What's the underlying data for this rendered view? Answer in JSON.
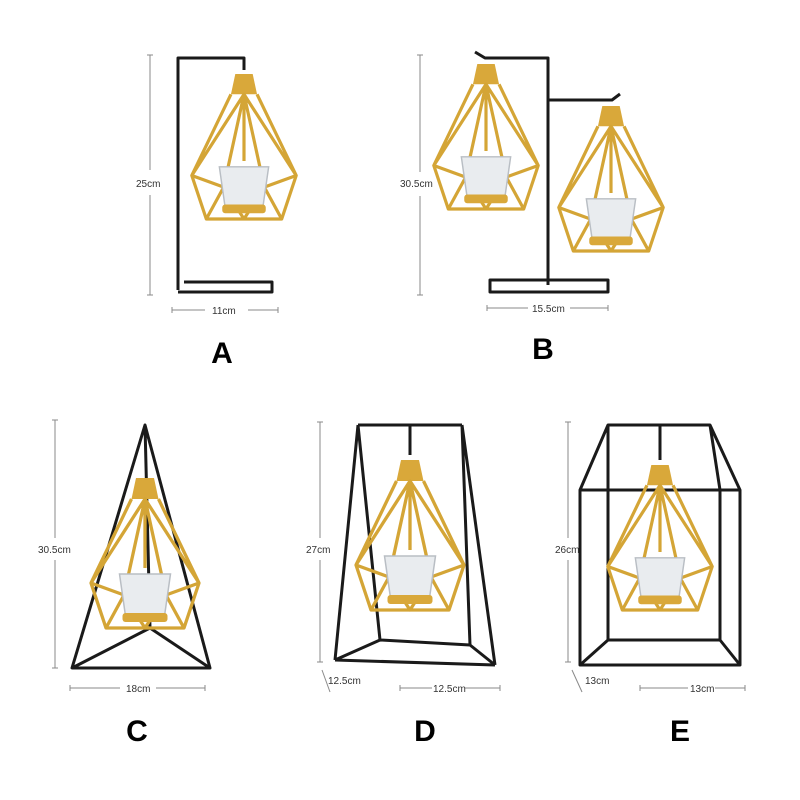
{
  "products": [
    {
      "id": "A",
      "height": "25cm",
      "width": "11cm"
    },
    {
      "id": "B",
      "height": "30.5cm",
      "width": "15.5cm"
    },
    {
      "id": "C",
      "height": "30.5cm",
      "width": "18cm"
    },
    {
      "id": "D",
      "height": "27cm",
      "depth": "12.5cm",
      "width": "12.5cm"
    },
    {
      "id": "E",
      "height": "26cm",
      "depth": "13cm",
      "width": "13cm"
    }
  ],
  "colors": {
    "frame": "#1a1a1a",
    "lantern": "#d4a536",
    "background": "#ffffff"
  }
}
